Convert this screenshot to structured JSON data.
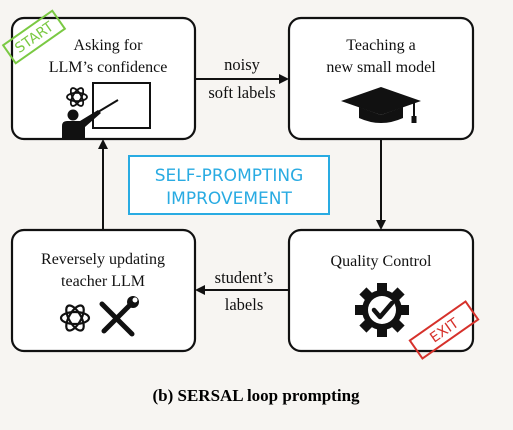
{
  "colors": {
    "background": "#f7f5f2",
    "box_stroke": "#111111",
    "start_green": "#7ac943",
    "exit_red": "#d6312b",
    "center_blue": "#29abe2"
  },
  "nodes": {
    "ask": {
      "line1": "Asking for",
      "line2": "LLM’s confidence",
      "icons": [
        "openai-logo-icon",
        "teacher-at-board-icon"
      ]
    },
    "teach": {
      "line1": "Teaching a",
      "line2": "new small model",
      "icons": [
        "graduation-cap-icon"
      ]
    },
    "quality": {
      "line1": "Quality Control",
      "icons": [
        "gear-check-icon"
      ]
    },
    "update": {
      "line1": "Reversely updating",
      "line2": "teacher LLM",
      "icons": [
        "openai-logo-icon",
        "tools-icon"
      ]
    }
  },
  "edges": {
    "top": {
      "line1": "noisy",
      "line2": "soft labels"
    },
    "bottom": {
      "line1": "student’s",
      "line2": "labels"
    }
  },
  "center": {
    "line1": "SELF-PROMPTING",
    "line2": "IMPROVEMENT"
  },
  "stamps": {
    "start": "START",
    "exit": "EXIT"
  },
  "caption": "(b) SERSAL loop prompting"
}
